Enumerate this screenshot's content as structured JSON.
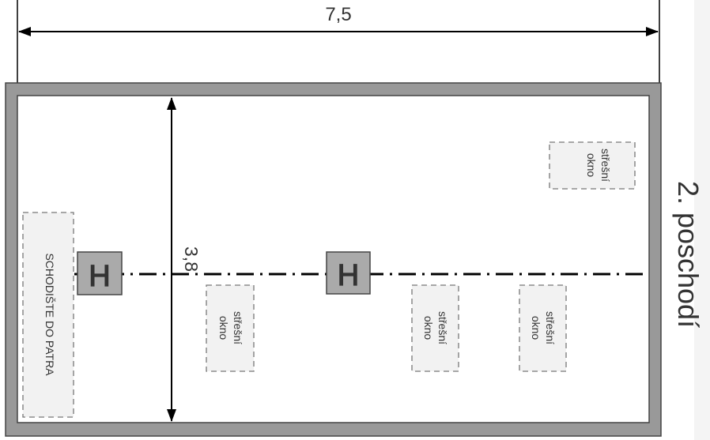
{
  "dimension_width": "7,5",
  "dimension_height": "3,8",
  "floor_label": "2. poschodí",
  "staircase_label": "SCHODIŠTE DO PATRA",
  "roof_windows": [
    {
      "label_line1": "střešní",
      "label_line2": "okno"
    },
    {
      "label_line1": "střešní",
      "label_line2": "okno"
    },
    {
      "label_line1": "střešní",
      "label_line2": "okno"
    },
    {
      "label_line1": "střešní",
      "label_line2": "okno"
    }
  ],
  "beam_columns": [
    {
      "symbol": "H"
    },
    {
      "symbol": "H"
    }
  ],
  "colors": {
    "wall": "#999999",
    "wall_stroke": "#444444",
    "dashed_box_fill": "#f2f2f2",
    "dashed_box_stroke": "#777777",
    "column_fill": "#aaaaaa"
  }
}
